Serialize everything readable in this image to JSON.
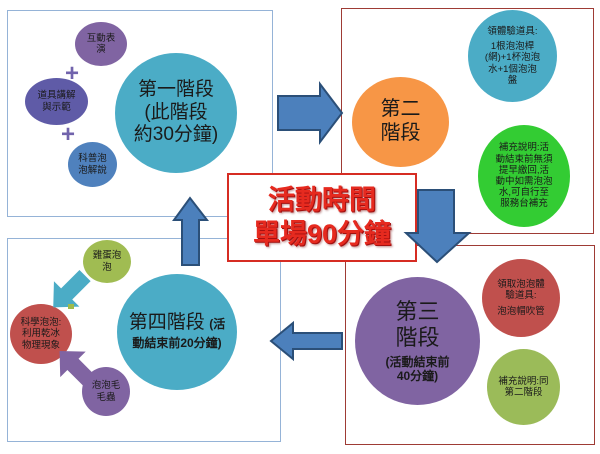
{
  "banner": {
    "text": "活動時間\n單場90分鐘"
  },
  "stage1": {
    "bubble_show": "互動表\n演",
    "bubble_props": "道具講解\n與示範",
    "bubble_talk": "科普泡\n泡解說",
    "label": "第一階段\n(此階段\n約30分鐘)"
  },
  "stage2": {
    "label": "第二\n階段",
    "tools_header": "領體驗道具:",
    "tools_body": "1根泡泡桿\n(網)+1杯泡泡\n水+1個泡泡\n盤",
    "note": "補充說明:活\n動結束前無須\n提早繳回,活\n動中如需泡泡\n水,可自行至\n服務台補充"
  },
  "stage3": {
    "label": "第三\n階段",
    "sublabel": "(活動結束前\n40分鐘)",
    "tools_header": "領取泡泡體\n驗道具:",
    "tools_body": "泡泡帽吹管",
    "note": "補充說明:同\n第二階段"
  },
  "stage4": {
    "label": "第四階段",
    "sublabel": "(活動結束前20分鐘)",
    "bubble_egg": "雞蛋泡\n泡",
    "bubble_science": "科學泡泡:\n利用乾冰\n物理現象",
    "bubble_worm": "泡泡毛\n毛蟲"
  },
  "icons": {
    "plus": "+",
    "flow_right": "block-arrow-right",
    "flow_down": "block-arrow-down",
    "flow_left": "block-arrow-left",
    "flow_up": "block-arrow-up",
    "egg_to_science": "block-arrow-down-left",
    "worm_to_science": "block-arrow-up-left"
  },
  "colors": {
    "teal": "#4BACC6",
    "orange": "#F79646",
    "purple": "#8064A2",
    "slate_blue": "#5F5BA7",
    "steel_blue": "#4F81BD",
    "brick_red": "#C0504D",
    "olive_green": "#9BBB59",
    "lime_green": "#A0BC52",
    "bright_green": "#33CC33",
    "arrow_blue": "#4C80BC",
    "banner_red": "#E62A1F",
    "blue_panel_border": "#95B3D7",
    "red_panel_border": "#9E3B35"
  }
}
